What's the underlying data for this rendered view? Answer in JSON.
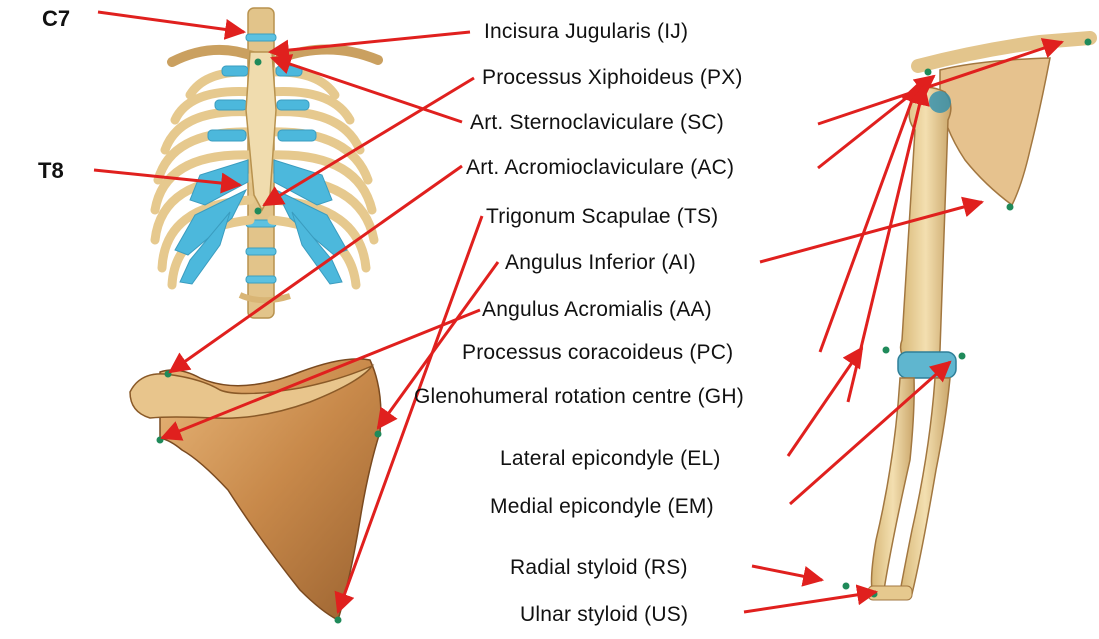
{
  "vertebra_labels": {
    "c7": "C7",
    "t8": "T8"
  },
  "landmarks": {
    "ij": "Incisura Jugularis (IJ)",
    "px": "Processus Xiphoideus (PX)",
    "sc": "Art. Sternoclaviculare (SC)",
    "ac": "Art. Acromioclaviculare (AC)",
    "ts": "Trigonum Scapulae (TS)",
    "ai": "Angulus Inferior (AI)",
    "aa": "Angulus Acromialis (AA)",
    "pc": "Processus coracoideus (PC)",
    "gh": "Glenohumeral rotation centre (GH)",
    "el": "Lateral epicondyle (EL)",
    "em": "Medial epicondyle (EM)",
    "rs": "Radial styloid (RS)",
    "us": "Ulnar styloid (US)"
  },
  "colors": {
    "arrow": "#e0201e",
    "bone": "#e9cf98",
    "bone_dark": "#c49a52",
    "cartilage": "#4cb8dc",
    "marker": "#1f8a5a",
    "scapula": "#c88a4a"
  }
}
